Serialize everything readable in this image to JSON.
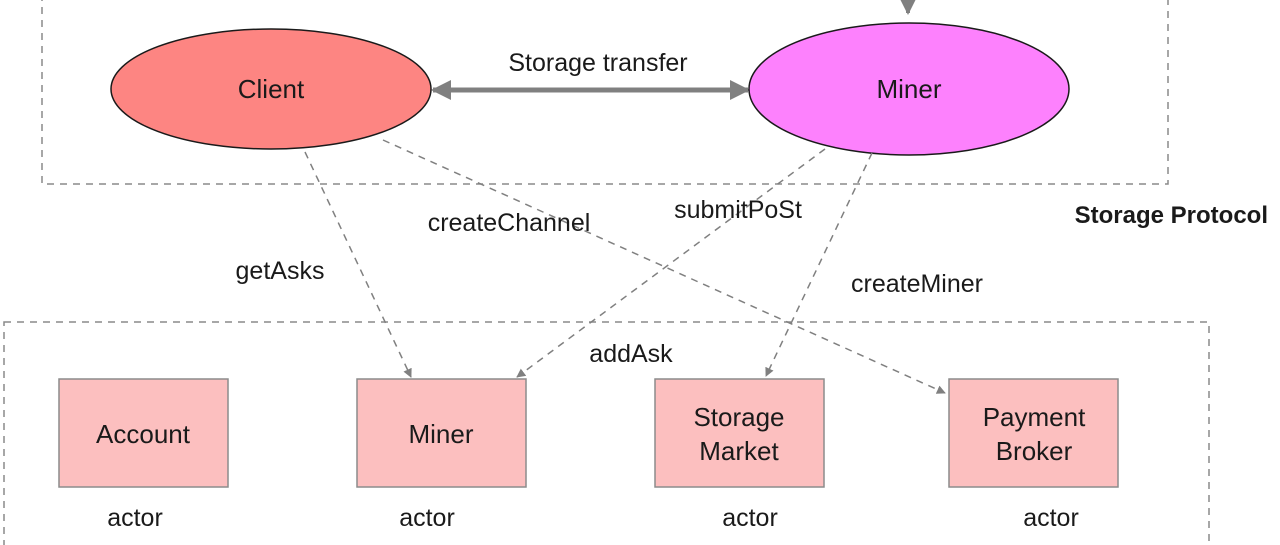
{
  "storage_protocol": {
    "title": "Storage Protocol",
    "client": {
      "label": "Client",
      "color": "#fd8582"
    },
    "miner": {
      "label": "Miner",
      "color": "#fd81fd"
    },
    "transfer_label": "Storage transfer"
  },
  "calls": {
    "create_channel": "createChannel",
    "submit_post": "submitPoSt",
    "get_asks": "getAsks",
    "create_miner": "createMiner",
    "add_ask": "addAsk"
  },
  "actors": [
    {
      "label_lines": [
        "Account"
      ],
      "caption": "actor"
    },
    {
      "label_lines": [
        "Miner"
      ],
      "caption": "actor"
    },
    {
      "label_lines": [
        "Storage",
        "Market"
      ],
      "caption": "actor"
    },
    {
      "label_lines": [
        "Payment",
        "Broker"
      ],
      "caption": "actor"
    }
  ],
  "colors": {
    "actor_fill": "#fcbfbf",
    "actor_stroke": "#8c8c8c",
    "dashed_line": "#8a8a8a",
    "arrow": "#808080"
  }
}
